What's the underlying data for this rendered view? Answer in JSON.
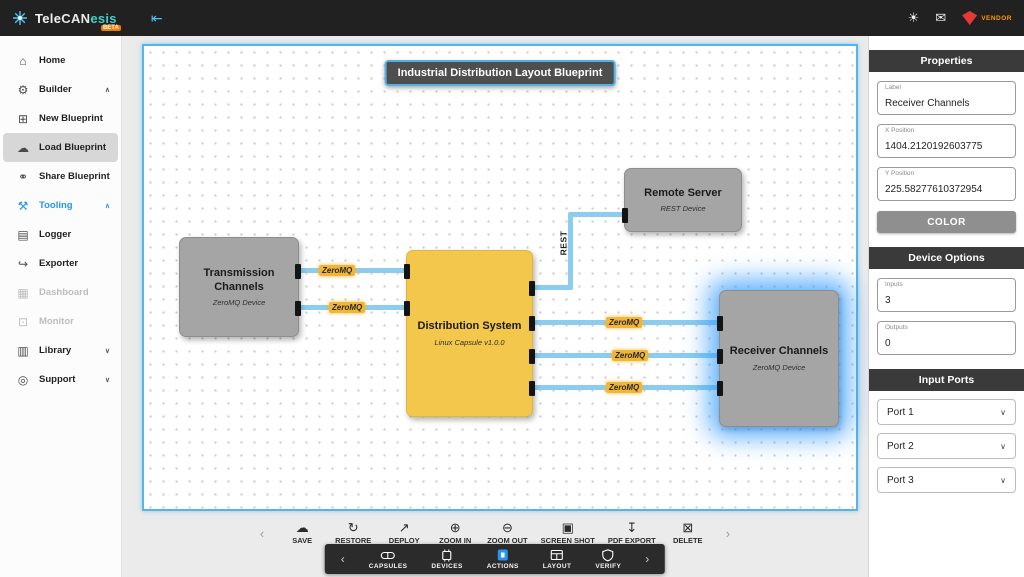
{
  "topbar": {
    "brand": {
      "prefix": "Tele",
      "accent": "CAN",
      "suffix": "esis",
      "tag": "BETA"
    },
    "collapse_glyph": "⇤",
    "theme_glyph": "☀",
    "mail_glyph": "✉",
    "vendor_label": "VENDOR"
  },
  "sidebar": {
    "items": [
      {
        "label": "Home",
        "icon": "home-icon",
        "glyph": "⌂"
      },
      {
        "label": "Builder",
        "icon": "builder-icon",
        "glyph": "⚙",
        "chevron": "∧"
      },
      {
        "label": "New Blueprint",
        "icon": "new-blueprint-icon",
        "glyph": "⊞"
      },
      {
        "label": "Load Blueprint",
        "icon": "load-blueprint-icon",
        "glyph": "☁"
      },
      {
        "label": "Share Blueprint",
        "icon": "share-blueprint-icon",
        "glyph": "⚭"
      },
      {
        "label": "Tooling",
        "icon": "tooling-icon",
        "glyph": "⚒",
        "chevron": "∧"
      },
      {
        "label": "Logger",
        "icon": "logger-icon",
        "glyph": "▤"
      },
      {
        "label": "Exporter",
        "icon": "exporter-icon",
        "glyph": "↪"
      },
      {
        "label": "Dashboard",
        "icon": "dashboard-icon",
        "glyph": "▦"
      },
      {
        "label": "Monitor",
        "icon": "monitor-icon",
        "glyph": "⊡"
      },
      {
        "label": "Library",
        "icon": "library-icon",
        "glyph": "▥",
        "chevron": "∨"
      },
      {
        "label": "Support",
        "icon": "support-icon",
        "glyph": "◎",
        "chevron": "∨"
      }
    ]
  },
  "canvas": {
    "title": "Industrial Distribution Layout Blueprint",
    "nodes": {
      "transmission": {
        "title": "Transmission Channels",
        "subtitle": "ZeroMQ Device"
      },
      "distribution": {
        "title": "Distribution System",
        "subtitle": "Linux Capsule v1.0.0"
      },
      "remote": {
        "title": "Remote Server",
        "subtitle": "REST Device"
      },
      "receiver": {
        "title": "Receiver Channels",
        "subtitle": "ZeroMQ Device"
      }
    },
    "edge_labels": {
      "left1": "ZeroMQ",
      "left2": "ZeroMQ",
      "rest": "REST",
      "right1": "ZeroMQ",
      "right2": "ZeroMQ",
      "right3": "ZeroMQ"
    }
  },
  "canvas_toolbar": {
    "prev_glyph": "‹",
    "next_glyph": "›",
    "items": [
      {
        "label": "SAVE",
        "icon": "save-icon",
        "glyph": "☁"
      },
      {
        "label": "RESTORE",
        "icon": "restore-icon",
        "glyph": "↻"
      },
      {
        "label": "DEPLOY",
        "icon": "deploy-icon",
        "glyph": "↗"
      },
      {
        "label": "ZOOM IN",
        "icon": "zoom-in-icon",
        "glyph": "⊕"
      },
      {
        "label": "ZOOM OUT",
        "icon": "zoom-out-icon",
        "glyph": "⊖"
      },
      {
        "label": "SCREEN SHOT",
        "icon": "screenshot-icon",
        "glyph": "▣"
      },
      {
        "label": "PDF EXPORT",
        "icon": "pdf-export-icon",
        "glyph": "↧"
      },
      {
        "label": "DELETE",
        "icon": "delete-icon",
        "glyph": "⊠"
      }
    ]
  },
  "bottom_nav": {
    "prev_glyph": "‹",
    "next_glyph": "›",
    "items": [
      {
        "label": "CAPSULES",
        "icon": "capsules-icon"
      },
      {
        "label": "DEVICES",
        "icon": "devices-icon"
      },
      {
        "label": "ACTIONS",
        "icon": "actions-icon",
        "active": true
      },
      {
        "label": "LAYOUT",
        "icon": "layout-icon"
      },
      {
        "label": "VERIFY",
        "icon": "verify-icon"
      }
    ]
  },
  "properties": {
    "header": "Properties",
    "fields": {
      "label": {
        "label": "Label",
        "value": "Receiver Channels"
      },
      "x": {
        "label": "X Position",
        "value": "1404.2120192603775"
      },
      "y": {
        "label": "Y Position",
        "value": "225.58277610372954"
      }
    },
    "color_button": "COLOR",
    "device_options": {
      "header": "Device Options",
      "inputs": {
        "label": "Inputs",
        "value": "3"
      },
      "outputs": {
        "label": "Outputs",
        "value": "0"
      }
    },
    "input_ports": {
      "header": "Input Ports",
      "chevron_glyph": "∨",
      "ports": [
        {
          "label": "Port 1"
        },
        {
          "label": "Port 2"
        },
        {
          "label": "Port 3"
        }
      ]
    }
  },
  "colors": {
    "accent_blue": "#2196f3",
    "canvas_border": "#55b5e8",
    "node_yellow": "#f3c74b",
    "node_gray": "#a5a5a5",
    "edge_blue": "#8cccee",
    "edge_label_yellow": "#f2b633",
    "vendor_red": "#e53935",
    "brand_teal": "#3fd0c9"
  }
}
